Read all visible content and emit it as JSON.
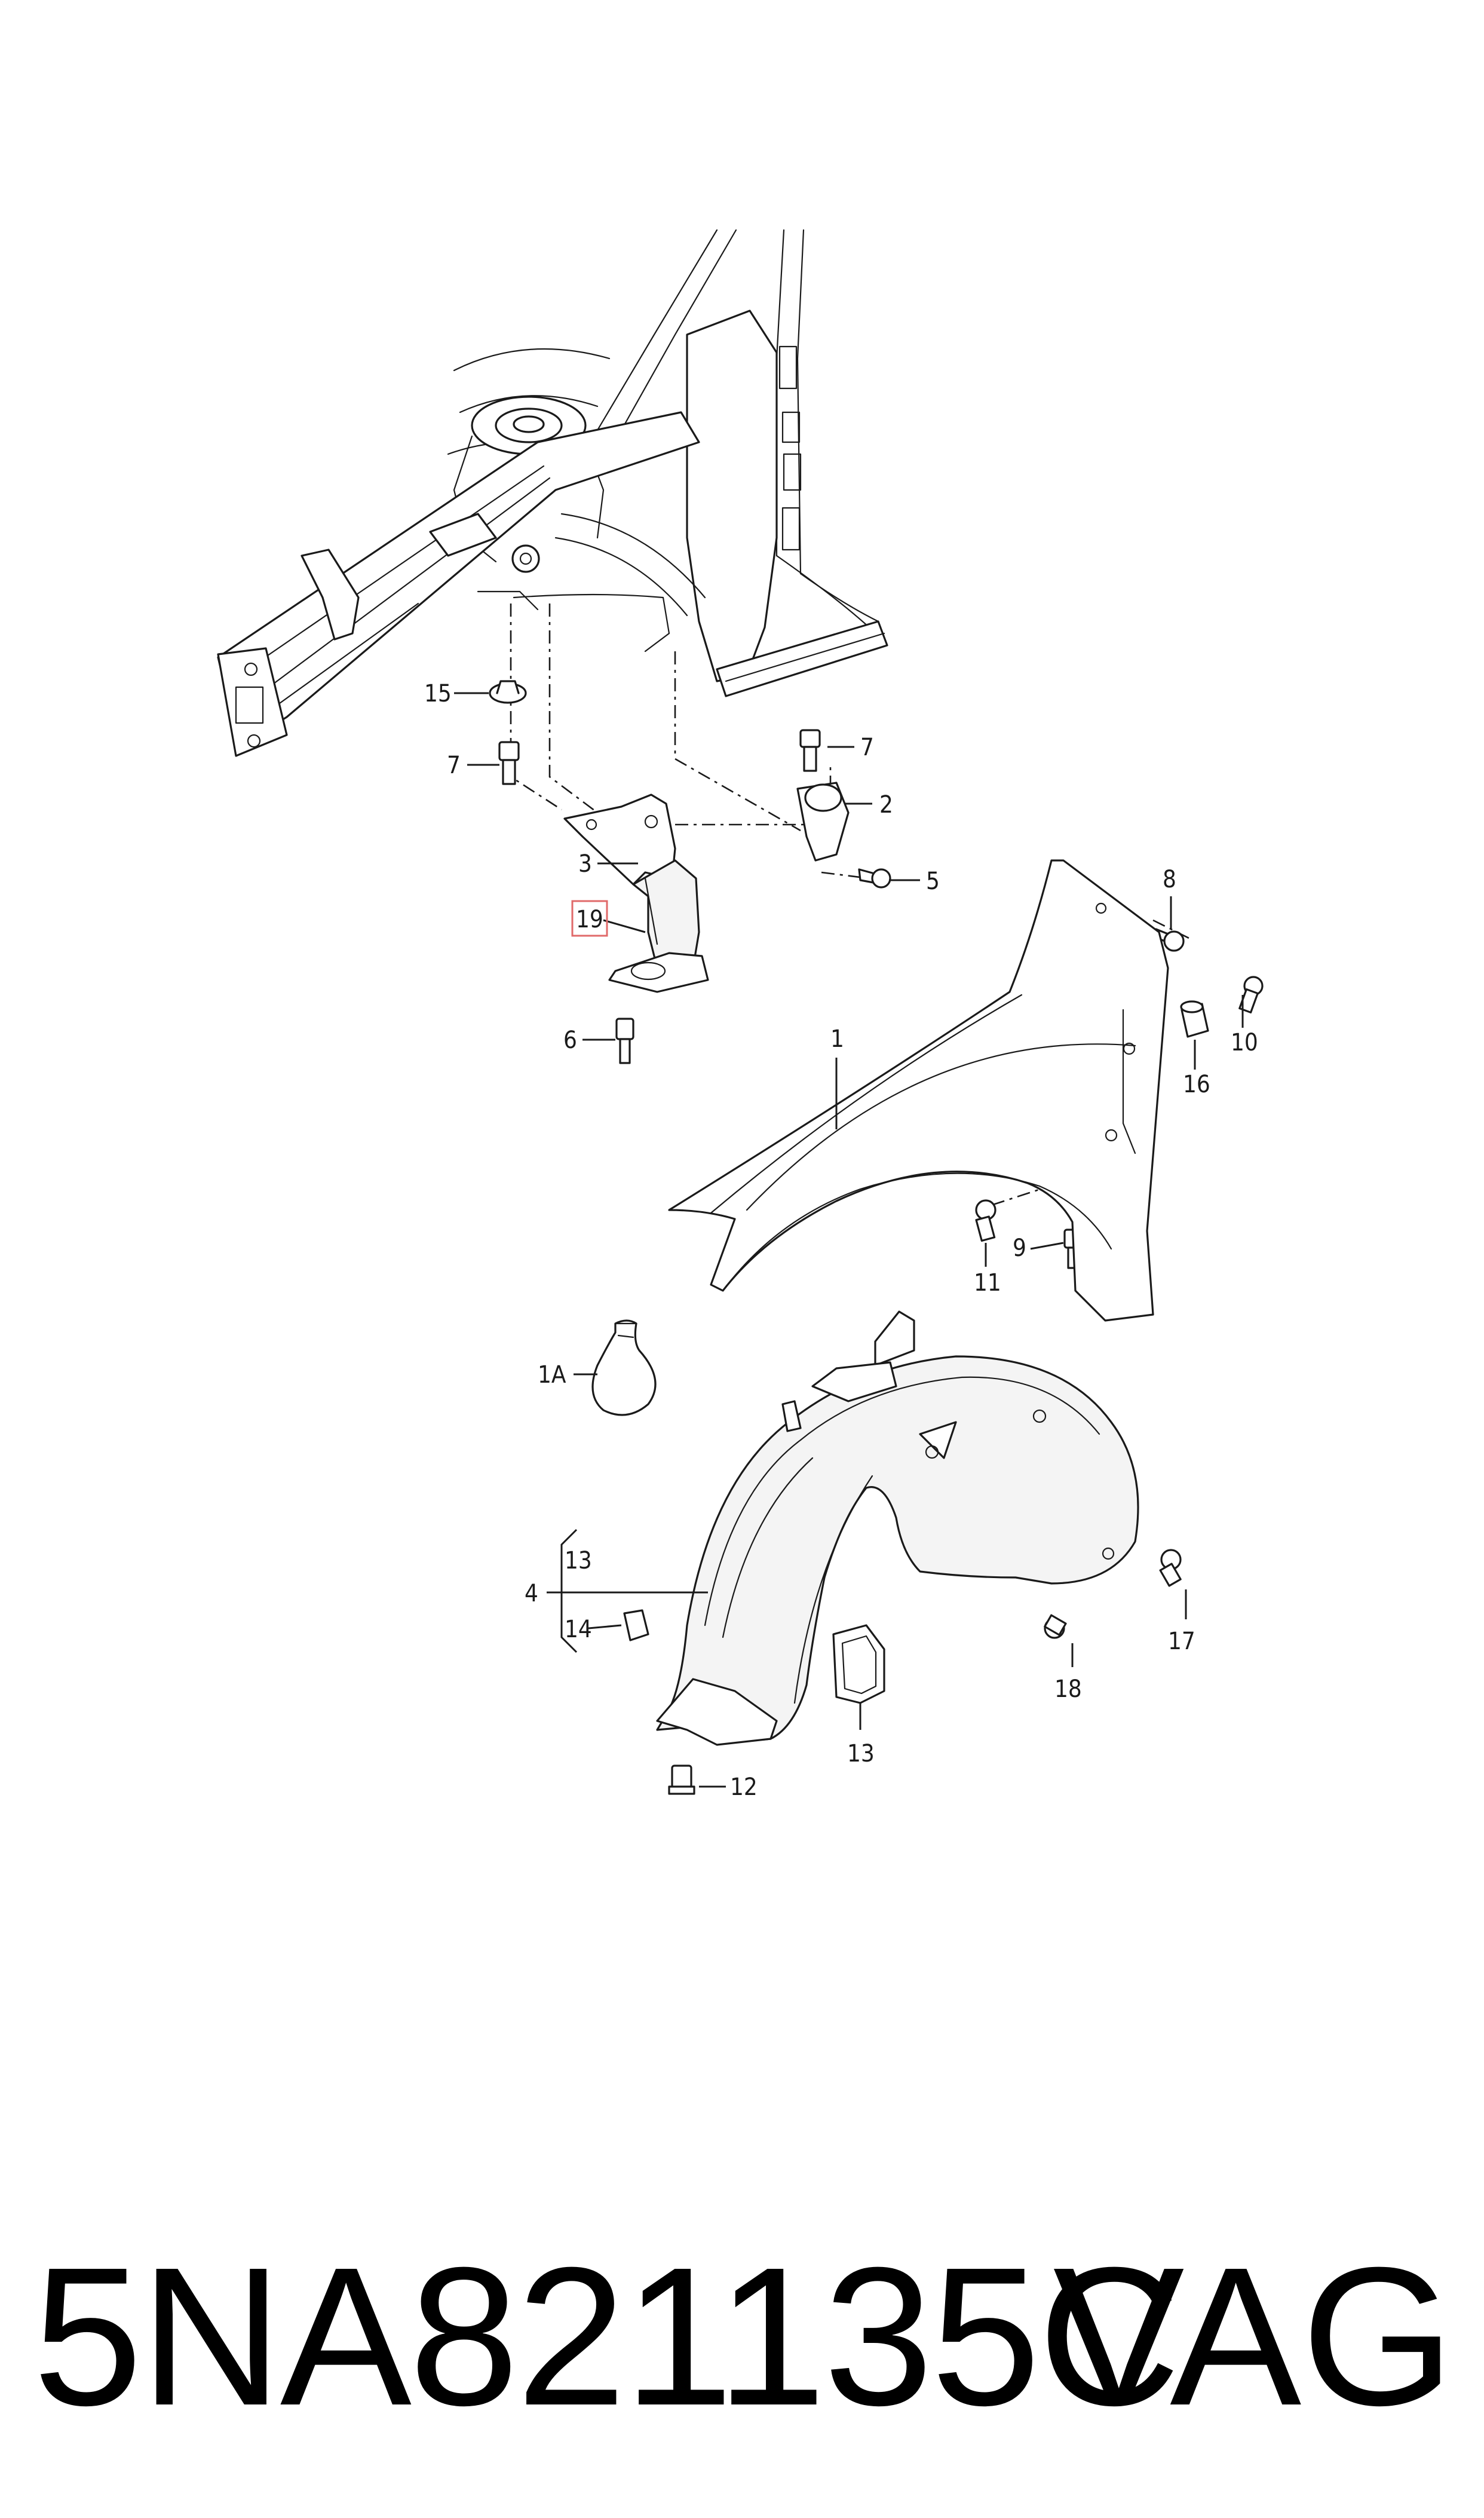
{
  "callouts": {
    "c1": "1",
    "c1a": "1A",
    "c2": "2",
    "c3": "3",
    "c4": "4",
    "c5": "5",
    "c6": "6",
    "c7a": "7",
    "c7b": "7",
    "c8": "8",
    "c9": "9",
    "c10": "10",
    "c11": "11",
    "c12": "12",
    "c13a": "13",
    "c13b": "13",
    "c14": "14",
    "c15": "15",
    "c16": "16",
    "c17": "17",
    "c18": "18",
    "c19": "19"
  },
  "highlighted_callout": "19",
  "caption": {
    "part_number": "5NA821135C",
    "brand": "VAG"
  },
  "colors": {
    "line": "#1a1a1a",
    "highlight_box": "#e06a6a",
    "background": "#ffffff"
  }
}
